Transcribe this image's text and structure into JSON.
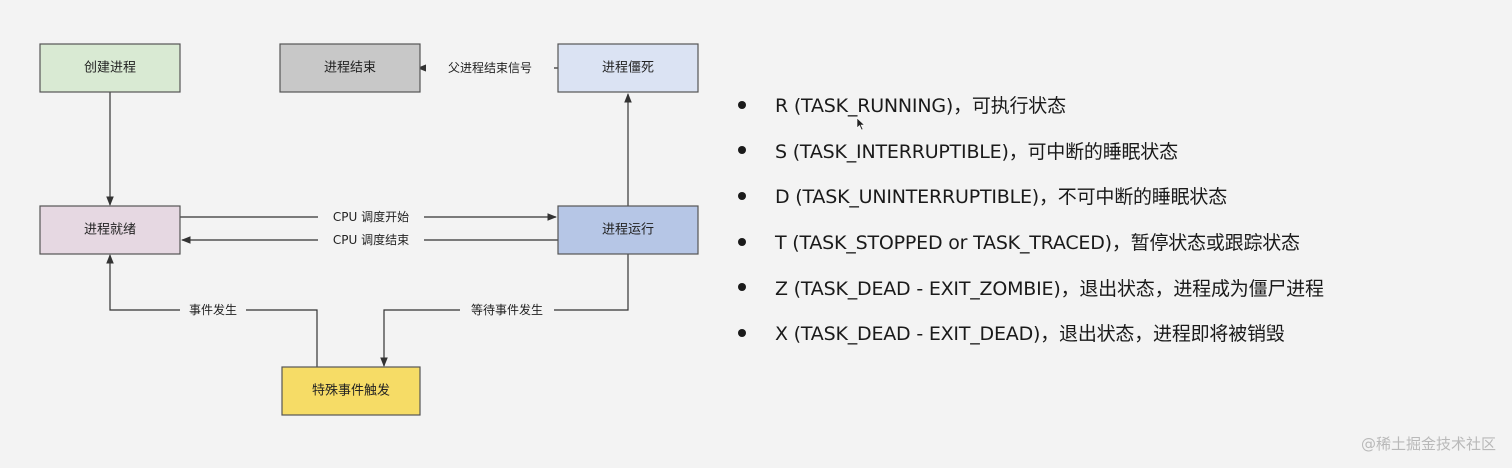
{
  "diagram": {
    "nodes": {
      "create": {
        "label": "创建进程",
        "fill": "#d9ead3"
      },
      "exit": {
        "label": "进程结束",
        "fill": "#c8c8c8"
      },
      "zombie": {
        "label": "进程僵死",
        "fill": "#dbe3f3"
      },
      "ready": {
        "label": "进程就绪",
        "fill": "#e6d8e2"
      },
      "running": {
        "label": "进程运行",
        "fill": "#b6c6e6"
      },
      "event": {
        "label": "特殊事件触发",
        "fill": "#f6dc66"
      }
    },
    "edges": {
      "parent_exit_signal": "父进程结束信号",
      "cpu_schedule_start": "CPU 调度开始",
      "cpu_schedule_end": "CPU 调度结束",
      "event_occurs": "事件发生",
      "wait_for_event": "等待事件发生"
    }
  },
  "states": [
    "R (TASK_RUNNING)，可执行状态",
    "S (TASK_INTERRUPTIBLE)，可中断的睡眠状态",
    "D (TASK_UNINTERRUPTIBLE)，不可中断的睡眠状态",
    "T (TASK_STOPPED or TASK_TRACED)，暂停状态或跟踪状态",
    "Z (TASK_DEAD - EXIT_ZOMBIE)，退出状态，进程成为僵尸进程",
    "X (TASK_DEAD - EXIT_DEAD)，退出状态，进程即将被销毁"
  ],
  "watermark": "@稀土掘金技术社区"
}
